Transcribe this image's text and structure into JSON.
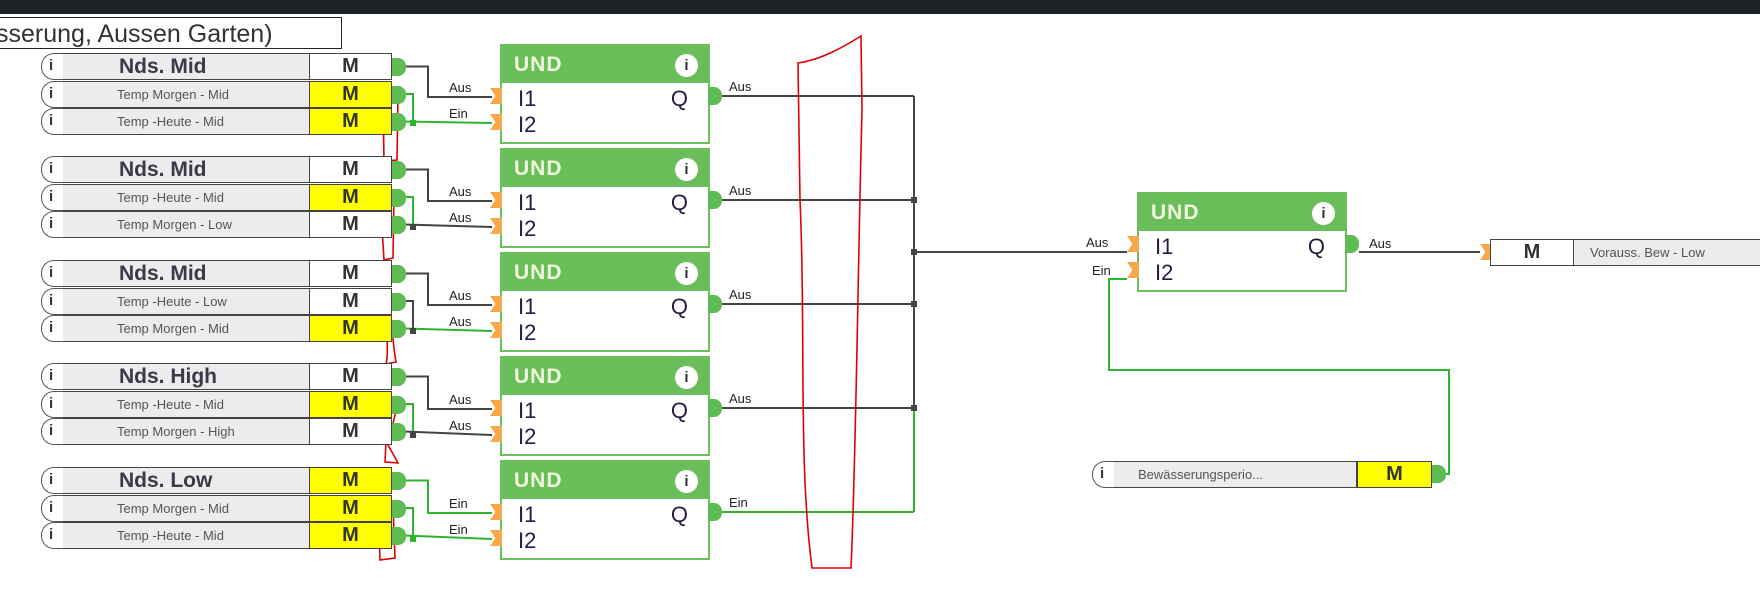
{
  "window": {
    "title_fragment": "sserung, Aussen Garten)"
  },
  "input_groups": [
    {
      "rows": [
        {
          "label": "Nds. Mid",
          "size": "big",
          "flag": "M",
          "active": false
        },
        {
          "label": "Temp Morgen - Mid",
          "size": "small",
          "flag": "M",
          "active": true
        },
        {
          "label": "Temp -Heute - Mid",
          "size": "small",
          "flag": "M",
          "active": true
        }
      ],
      "gate": {
        "name": "UND",
        "in1": "I1",
        "in2": "I2",
        "out": "Q",
        "in1_state": "Aus",
        "in2_state": "Ein",
        "out_state": "Aus"
      }
    },
    {
      "rows": [
        {
          "label": "Nds. Mid",
          "size": "big",
          "flag": "M",
          "active": false
        },
        {
          "label": "Temp -Heute - Mid",
          "size": "small",
          "flag": "M",
          "active": true
        },
        {
          "label": "Temp Morgen - Low",
          "size": "small",
          "flag": "M",
          "active": false
        }
      ],
      "gate": {
        "name": "UND",
        "in1": "I1",
        "in2": "I2",
        "out": "Q",
        "in1_state": "Aus",
        "in2_state": "Aus",
        "out_state": "Aus"
      }
    },
    {
      "rows": [
        {
          "label": "Nds. Mid",
          "size": "big",
          "flag": "M",
          "active": false
        },
        {
          "label": "Temp -Heute - Low",
          "size": "small",
          "flag": "M",
          "active": false
        },
        {
          "label": "Temp Morgen - Mid",
          "size": "small",
          "flag": "M",
          "active": true
        }
      ],
      "gate": {
        "name": "UND",
        "in1": "I1",
        "in2": "I2",
        "out": "Q",
        "in1_state": "Aus",
        "in2_state": "Aus",
        "out_state": "Aus"
      }
    },
    {
      "rows": [
        {
          "label": "Nds. High",
          "size": "big",
          "flag": "M",
          "active": false
        },
        {
          "label": "Temp -Heute - Mid",
          "size": "small",
          "flag": "M",
          "active": true
        },
        {
          "label": "Temp Morgen - High",
          "size": "small",
          "flag": "M",
          "active": false
        }
      ],
      "gate": {
        "name": "UND",
        "in1": "I1",
        "in2": "I2",
        "out": "Q",
        "in1_state": "Aus",
        "in2_state": "Aus",
        "out_state": "Aus"
      }
    },
    {
      "rows": [
        {
          "label": "Nds. Low",
          "size": "big",
          "flag": "M",
          "active": true
        },
        {
          "label": "Temp Morgen - Mid",
          "size": "small",
          "flag": "M",
          "active": true
        },
        {
          "label": "Temp -Heute - Mid",
          "size": "small",
          "flag": "M",
          "active": true
        }
      ],
      "gate": {
        "name": "UND",
        "in1": "I1",
        "in2": "I2",
        "out": "Q",
        "in1_state": "Ein",
        "in2_state": "Ein",
        "out_state": "Ein"
      }
    }
  ],
  "final_gate": {
    "name": "UND",
    "in1": "I1",
    "in2": "I2",
    "out": "Q",
    "in1_state": "Aus",
    "in2_state": "Ein",
    "out_state": "Aus"
  },
  "output": {
    "flag": "M",
    "label": "Vorauss. Bew - Low",
    "active": false
  },
  "block_input": {
    "label": "Bewässerungsperio...",
    "flag": "M",
    "active": true
  },
  "info_glyph": "i",
  "colors": {
    "wire_off": "#444444",
    "wire_on": "#2db52d",
    "gate_header": "#69be59",
    "flag_on": "#ffff00",
    "port_in": "#f5a94a",
    "port_out": "#5ebc52",
    "annotation": "#e00000"
  }
}
